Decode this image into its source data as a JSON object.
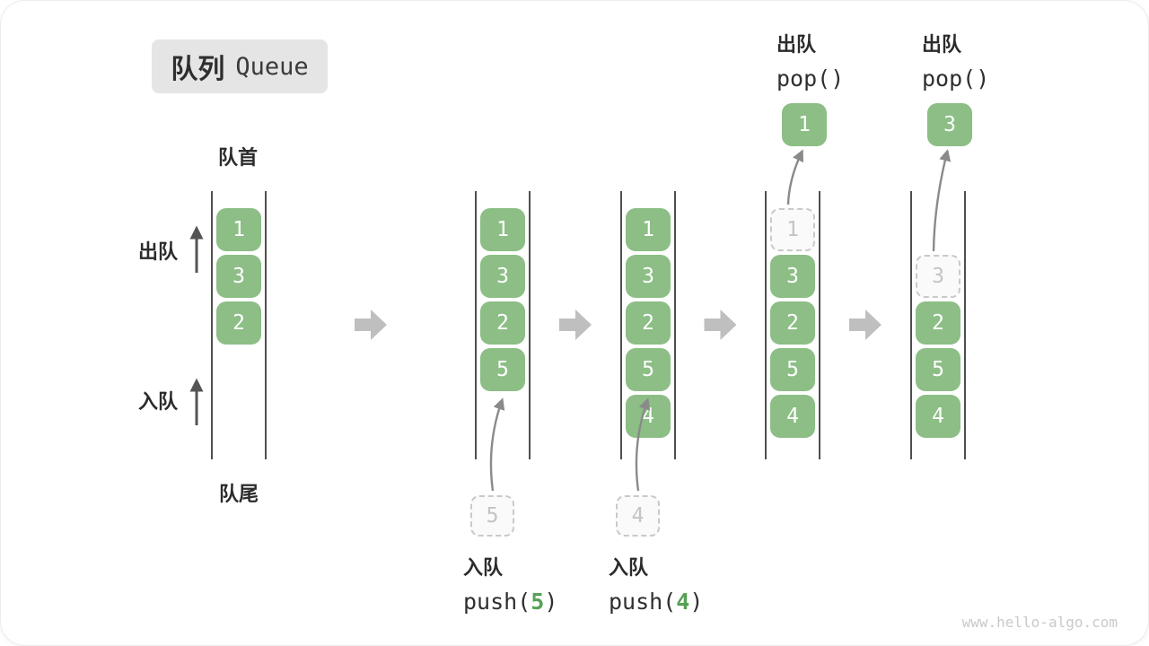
{
  "title": {
    "zh": "队列",
    "en": "Queue"
  },
  "side_labels": {
    "front": "队首",
    "rear": "队尾",
    "dequeue": "出队",
    "enqueue": "入队"
  },
  "watermark": "www.hello-algo.com",
  "colors": {
    "box_green": "#8CBE86",
    "accent_green": "#56A156",
    "block_arrow": "#BFBFBF",
    "ghost_border": "#C9C9C9",
    "ghost_text": "#C4C4C4",
    "column_line": "#4F4F4F",
    "text_dark": "#2B2B2B",
    "badge_bg": "#E5E5E5",
    "arrow_gray": "#8A8A8A",
    "watermark_gray": "#C9C9C9"
  },
  "states": [
    {
      "cells": [
        {
          "value": "1",
          "slot": 0,
          "ghost": false
        },
        {
          "value": "3",
          "slot": 1,
          "ghost": false
        },
        {
          "value": "2",
          "slot": 2,
          "ghost": false
        }
      ]
    },
    {
      "cells": [
        {
          "value": "1",
          "slot": 0,
          "ghost": false
        },
        {
          "value": "3",
          "slot": 1,
          "ghost": false
        },
        {
          "value": "2",
          "slot": 2,
          "ghost": false
        },
        {
          "value": "5",
          "slot": 3,
          "ghost": false
        }
      ],
      "incoming": {
        "value": "5",
        "label_zh": "入队",
        "code_pre": "push(",
        "code_arg": "5",
        "code_post": ")"
      }
    },
    {
      "cells": [
        {
          "value": "1",
          "slot": 0,
          "ghost": false
        },
        {
          "value": "3",
          "slot": 1,
          "ghost": false
        },
        {
          "value": "2",
          "slot": 2,
          "ghost": false
        },
        {
          "value": "5",
          "slot": 3,
          "ghost": false
        },
        {
          "value": "4",
          "slot": 4,
          "ghost": false
        }
      ],
      "incoming": {
        "value": "4",
        "label_zh": "入队",
        "code_pre": "push(",
        "code_arg": "4",
        "code_post": ")"
      }
    },
    {
      "cells": [
        {
          "value": "1",
          "slot": 0,
          "ghost": true
        },
        {
          "value": "3",
          "slot": 1,
          "ghost": false
        },
        {
          "value": "2",
          "slot": 2,
          "ghost": false
        },
        {
          "value": "5",
          "slot": 3,
          "ghost": false
        },
        {
          "value": "4",
          "slot": 4,
          "ghost": false
        }
      ],
      "popped": {
        "value": "1",
        "label_zh": "出队",
        "code": "pop()"
      }
    },
    {
      "cells": [
        {
          "value": "3",
          "slot": 1,
          "ghost": true
        },
        {
          "value": "2",
          "slot": 2,
          "ghost": false
        },
        {
          "value": "5",
          "slot": 3,
          "ghost": false
        },
        {
          "value": "4",
          "slot": 4,
          "ghost": false
        }
      ],
      "popped": {
        "value": "3",
        "label_zh": "出队",
        "code": "pop()"
      }
    }
  ]
}
